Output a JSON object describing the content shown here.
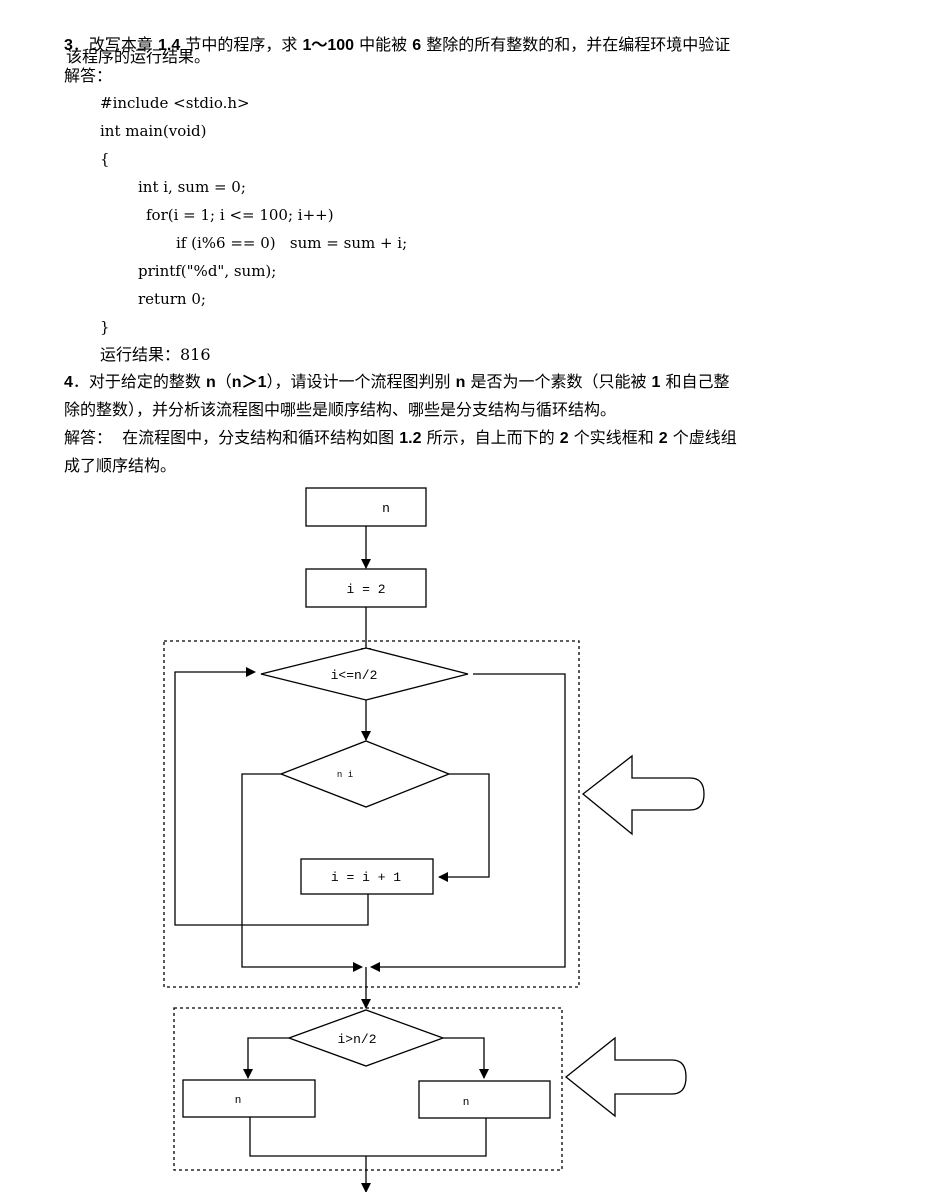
{
  "q3": {
    "num": "3",
    "text_a": "．改写本章 ",
    "ref": "1.4",
    "text_b": " 节中的程序，求 ",
    "range": "1～100",
    "text_c": " 中能被 ",
    "divisor": "6",
    "text_d": " 整除的所有整数的和，并在编程环境中验证",
    "line2": "该程序的运行结果。",
    "answer_label": "解答："
  },
  "code": {
    "lines": [
      "#include <stdio.h>",
      "int main(void)",
      "{",
      "int i, sum = 0;",
      "for(i = 1; i <= 100; i++)",
      "if (i%6 == 0)   sum = sum + i;",
      "printf(\"%d\", sum);",
      "return 0;",
      "}"
    ],
    "result": "运行结果：816"
  },
  "q4": {
    "num": "4",
    "line1_a": "．对于给定的整数 ",
    "n1": "n",
    "line1_b": "（",
    "cond": "n＞1",
    "line1_c": "），请设计一个流程图判别 ",
    "n2": "n",
    "line1_d": " 是否为一个素数（只能被 ",
    "one": "1",
    "line1_e": " 和自己整",
    "line2": "除的整数），并分析该流程图中哪些是顺序结构、哪些是分支结构与循环结构。",
    "ans_a": "解答：  在流程图中，分支结构和循环结构如图 ",
    "fig": "1.2",
    "ans_b": " 所示，自上而下的 ",
    "two1": "2",
    "ans_c": " 个实线框和 ",
    "two2": "2",
    "ans_d": " 个虚线组",
    "ans_line2": "成了顺序结构。"
  },
  "flowchart": {
    "input_box": "n",
    "init_box": "i = 2",
    "loop_cond": "i<=n/2",
    "inner_cond": "n  i",
    "increment": "i = i + 1",
    "final_cond": "i>n/2",
    "left_result": "n",
    "right_result": "n"
  }
}
